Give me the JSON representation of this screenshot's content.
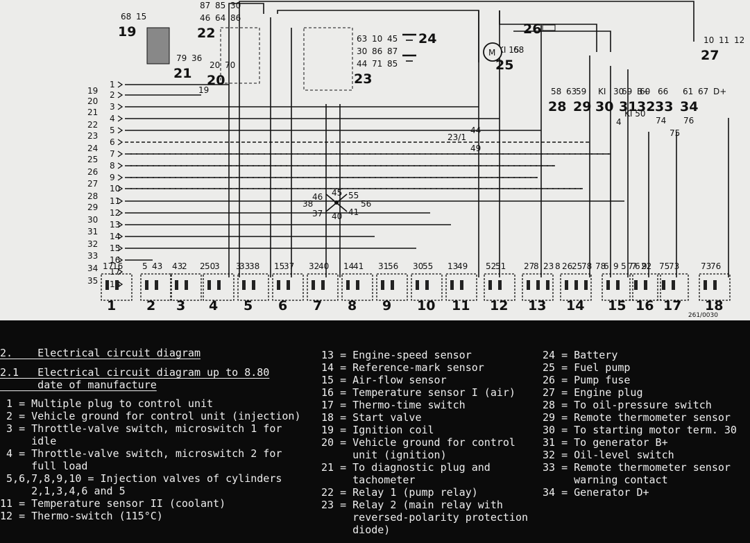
{
  "diagram": {
    "ref_code": "261/0030",
    "left_numbers": [
      "19",
      "20",
      "21",
      "22",
      "23",
      "24",
      "25",
      "26",
      "27",
      "28",
      "29",
      "30",
      "31",
      "32",
      "33",
      "34",
      "35"
    ],
    "left_pins": [
      "1",
      "2",
      "3",
      "4",
      "5",
      "6",
      "7",
      "8",
      "9",
      "10",
      "11",
      "12",
      "13",
      "14",
      "15",
      "16",
      "17",
      "18"
    ],
    "bottom_components": [
      {
        "num": "1",
        "pins": [
          "17",
          "16"
        ]
      },
      {
        "num": "2",
        "pins": [
          "5",
          "43"
        ]
      },
      {
        "num": "3",
        "pins": [
          "43",
          "2"
        ]
      },
      {
        "num": "4",
        "pins": [
          "50",
          "3"
        ]
      },
      {
        "num": "5",
        "pins": [
          "33",
          "38"
        ]
      },
      {
        "num": "6",
        "pins": [
          "15",
          "37"
        ]
      },
      {
        "num": "7",
        "pins": [
          "32",
          "40"
        ]
      },
      {
        "num": "8",
        "pins": [
          "14",
          "41"
        ]
      },
      {
        "num": "9",
        "pins": [
          "31",
          "56"
        ]
      },
      {
        "num": "10",
        "pins": [
          "30",
          "55"
        ]
      },
      {
        "num": "11",
        "pins": [
          "13",
          "49"
        ]
      },
      {
        "num": "12",
        "pins": [
          "52",
          "51"
        ]
      },
      {
        "num": "13",
        "pins": [
          "27",
          "8",
          "23"
        ]
      },
      {
        "num": "14",
        "pins": [
          "26",
          "25",
          "78"
        ]
      },
      {
        "num": "15",
        "pins": [
          "6",
          "9"
        ]
      },
      {
        "num": "16",
        "pins": [
          "7",
          "22"
        ]
      },
      {
        "num": "17",
        "pins": [
          "75",
          "73"
        ]
      },
      {
        "num": "18",
        "pins": [
          "73",
          "76"
        ]
      }
    ],
    "top_components": [
      {
        "num": "19",
        "pins": [
          "68",
          "15"
        ]
      },
      {
        "num": "20",
        "pins": [
          "20",
          "70"
        ]
      },
      {
        "num": "21",
        "pins": [
          "79",
          "36"
        ]
      },
      {
        "num": "22",
        "pins": [
          "46",
          "64",
          "86",
          "87",
          "85",
          "30"
        ]
      },
      {
        "num": "23",
        "pins": [
          "44",
          "71",
          "85",
          "30",
          "86",
          "87",
          "63",
          "10",
          "45"
        ]
      },
      {
        "num": "24",
        "pins": []
      },
      {
        "num": "25",
        "pins": [
          "KI 15",
          "68"
        ]
      },
      {
        "num": "26",
        "pins": []
      },
      {
        "num": "27",
        "pins": [
          "10",
          "11",
          "12"
        ]
      },
      {
        "num": "28",
        "pins": [
          "58",
          "63"
        ]
      },
      {
        "num": "29",
        "pins": [
          "59"
        ]
      },
      {
        "num": "30",
        "pins": [
          "KI",
          "30"
        ]
      },
      {
        "num": "31",
        "pins": [
          "69",
          "B+"
        ]
      },
      {
        "num": "32",
        "pins": [
          "60"
        ]
      },
      {
        "num": "33",
        "pins": [
          "66"
        ]
      },
      {
        "num": "34",
        "pins": [
          "61",
          "67",
          "D+"
        ]
      }
    ],
    "misc_labels": [
      "23/1",
      "44",
      "49",
      "4",
      "KI 50",
      "74",
      "76",
      "75",
      "46",
      "45",
      "55",
      "38",
      "37",
      "40",
      "41",
      "56",
      "78",
      "19",
      "8",
      "2",
      "3",
      "5",
      "6",
      "7",
      "9"
    ]
  },
  "legend": {
    "heading": "2.    Electrical circuit diagram",
    "subheading_line1": "2.1   Electrical circuit diagram up to 8.80",
    "subheading_line2": "      date of manufacture",
    "col1": [
      " 1 = Multiple plug to control unit",
      " 2 = Vehicle ground for control unit (injection)",
      " 3 = Throttle-valve switch, microswitch 1 for",
      "     idle",
      " 4 = Throttle-valve switch, microswitch 2 for",
      "     full load",
      " 5,6,7,8,9,10 = Injection valves of cylinders",
      "     2,1,3,4,6 and 5",
      "11 = Temperature sensor II (coolant)",
      "12 = Thermo-switch (115°C)"
    ],
    "col2": [
      "13 = Engine-speed sensor",
      "14 = Reference-mark sensor",
      "15 = Air-flow sensor",
      "16 = Temperature sensor I (air)",
      "17 = Thermo-time switch",
      "18 = Start valve",
      "19 = Ignition coil",
      "20 = Vehicle ground for control",
      "     unit (ignition)",
      "21 = To diagnostic plug and",
      "     tachometer",
      "22 = Relay 1 (pump relay)",
      "23 = Relay 2 (main relay with",
      "     reversed-polarity protection",
      "     diode)"
    ],
    "col3": [
      "24 = Battery",
      "25 = Fuel pump",
      "26 = Pump fuse",
      "27 = Engine plug",
      "28 = To oil-pressure switch",
      "29 = Remote thermometer sensor",
      "30 = To starting motor term. 30",
      "31 = To generator B+",
      "32 = Oil-level switch",
      "33 = Remote thermometer sensor",
      "     warning contact",
      "34 = Generator D+"
    ]
  }
}
